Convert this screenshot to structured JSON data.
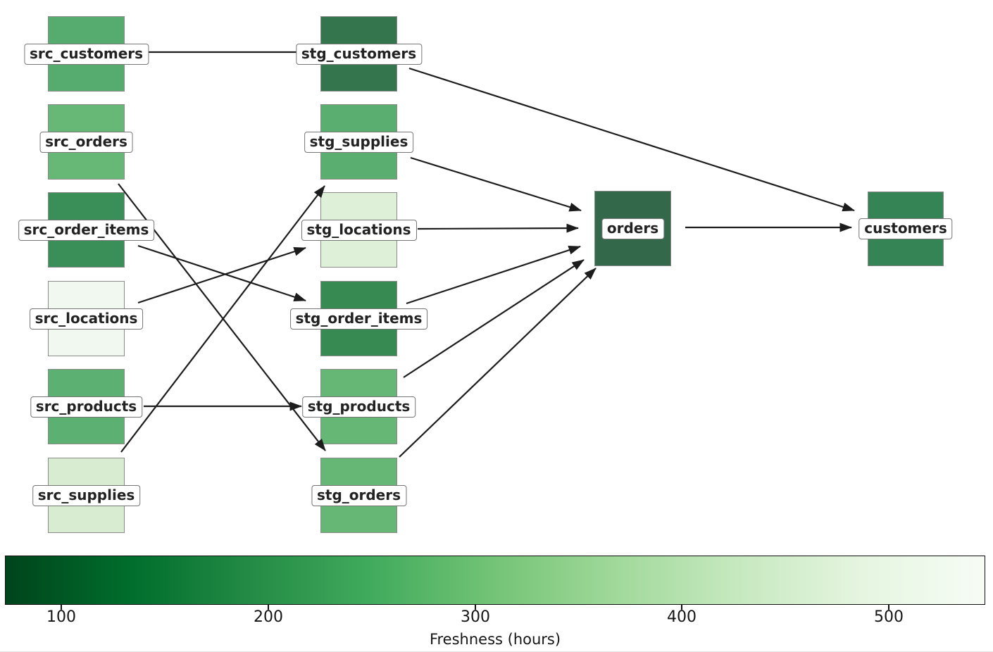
{
  "diagram": {
    "nodes": [
      {
        "id": "src_customers",
        "label": "src_customers",
        "color": "#56ac6e"
      },
      {
        "id": "src_orders",
        "label": "src_orders",
        "color": "#67b877"
      },
      {
        "id": "src_order_items",
        "label": "src_order_items",
        "color": "#3a8f58"
      },
      {
        "id": "src_locations",
        "label": "src_locations",
        "color": "#f1f8ef"
      },
      {
        "id": "src_products",
        "label": "src_products",
        "color": "#5cb071"
      },
      {
        "id": "src_supplies",
        "label": "src_supplies",
        "color": "#d8ecd2"
      },
      {
        "id": "stg_customers",
        "label": "stg_customers",
        "color": "#35754e"
      },
      {
        "id": "stg_supplies",
        "label": "stg_supplies",
        "color": "#5aae70"
      },
      {
        "id": "stg_locations",
        "label": "stg_locations",
        "color": "#def0d8"
      },
      {
        "id": "stg_order_items",
        "label": "stg_order_items",
        "color": "#378b52"
      },
      {
        "id": "stg_products",
        "label": "stg_products",
        "color": "#66b776"
      },
      {
        "id": "stg_orders",
        "label": "stg_orders",
        "color": "#66b776"
      },
      {
        "id": "orders",
        "label": "orders",
        "color": "#33684a"
      },
      {
        "id": "customers",
        "label": "customers",
        "color": "#348455"
      }
    ],
    "edges": [
      {
        "source": "src_customers",
        "target": "stg_customers"
      },
      {
        "source": "src_orders",
        "target": "stg_orders"
      },
      {
        "source": "src_order_items",
        "target": "stg_order_items"
      },
      {
        "source": "src_locations",
        "target": "stg_locations"
      },
      {
        "source": "src_products",
        "target": "stg_products"
      },
      {
        "source": "src_supplies",
        "target": "stg_supplies"
      },
      {
        "source": "stg_customers",
        "target": "customers"
      },
      {
        "source": "stg_supplies",
        "target": "orders"
      },
      {
        "source": "stg_locations",
        "target": "orders"
      },
      {
        "source": "stg_order_items",
        "target": "orders"
      },
      {
        "source": "stg_products",
        "target": "orders"
      },
      {
        "source": "stg_orders",
        "target": "orders"
      },
      {
        "source": "orders",
        "target": "customers"
      }
    ],
    "edge_color": "#1c1c1c"
  },
  "colorbar": {
    "label": "Freshness (hours)",
    "ticks": [
      "100",
      "200",
      "300",
      "400",
      "500"
    ],
    "gradient": [
      "#00441b",
      "#006d2c",
      "#238b45",
      "#41ab5d",
      "#74c476",
      "#a1d99b",
      "#c7e9c0",
      "#e5f5e0",
      "#f7fcf5"
    ]
  }
}
